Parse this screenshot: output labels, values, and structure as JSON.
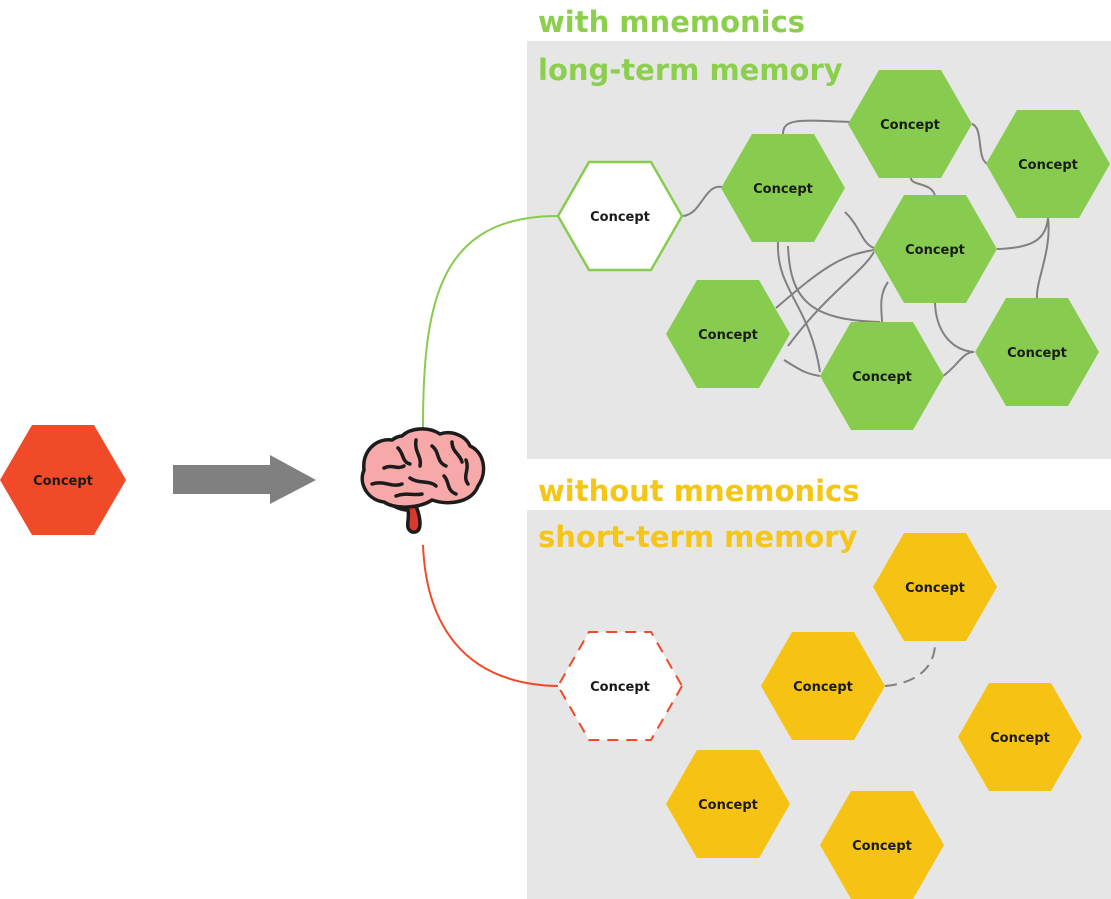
{
  "colors": {
    "green": "#88cc4f",
    "yellow": "#f6c314",
    "red": "#f04a28",
    "panel": "#e6e6e6",
    "connector": "#808080",
    "arrow": "#808080",
    "green_heading": "#8ccf4d",
    "yellow_heading": "#f5c518"
  },
  "input_concept": {
    "label": "Concept"
  },
  "arrow_icon": "right-arrow",
  "brain_icon": "brain",
  "with_section": {
    "heading": "with mnemonics",
    "panel_heading": "long-term memory",
    "entry_concept": {
      "label": "Concept"
    },
    "concepts": [
      {
        "id": "lt1",
        "label": "Concept"
      },
      {
        "id": "lt2",
        "label": "Concept"
      },
      {
        "id": "lt3",
        "label": "Concept"
      },
      {
        "id": "lt4",
        "label": "Concept"
      },
      {
        "id": "lt5",
        "label": "Concept"
      },
      {
        "id": "lt6",
        "label": "Concept"
      },
      {
        "id": "lt7",
        "label": "Concept"
      }
    ]
  },
  "without_section": {
    "heading": "without mnemonics",
    "panel_heading": "short-term memory",
    "entry_concept": {
      "label": "Concept"
    },
    "concepts": [
      {
        "id": "st1",
        "label": "Concept"
      },
      {
        "id": "st2",
        "label": "Concept"
      },
      {
        "id": "st3",
        "label": "Concept"
      },
      {
        "id": "st4",
        "label": "Concept"
      },
      {
        "id": "st5",
        "label": "Concept"
      }
    ]
  }
}
